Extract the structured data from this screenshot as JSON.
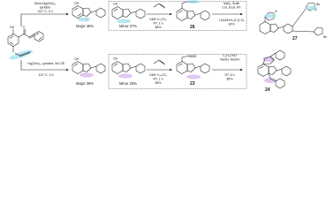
{
  "top_branch": {
    "condition_line1": "Mont-Hg(OAc)₂",
    "condition_line2": "pyridine",
    "condition_line3": "110 °C, 2 h",
    "major_label": "Major 46%",
    "minor_label": "Minor 37%",
    "step2_line1": "DMF, K₂CO₃",
    "step2_line2": "RT, 1 h",
    "step2_yield": "68%",
    "compound_number": "26",
    "step3_line1": "NaN₃, BnBr",
    "step3_line2": "CuI, Et₃N, RT",
    "step3_line3": "t-BuOH:H₂O (1:3)",
    "step3_yield": "34%",
    "product_number": "27",
    "atom_oh": "OH",
    "atom_o": "O",
    "atom_bn": "Bn",
    "atom_n": "N"
  },
  "bottom_branch": {
    "condition_line1": "Hg(OAc)₂, pyridine, MS 3Å",
    "condition_line2": "110 °C, 2 h",
    "major_label": "Major 39%",
    "minor_label": "Minor 25%",
    "step2_line1": "DMF, K₂CO₃",
    "step2_line2": "RT, 1 h",
    "step2_yield": "65%",
    "compound_number": "23",
    "step3_line1": "C₆H₅CHO",
    "step3_line2": "NaOH, MeOH",
    "step3_line3": "RT, 6 h",
    "step3_yield": "85%",
    "product_number": "24",
    "atom_oh": "OH",
    "atom_o": "O"
  },
  "start_material": {
    "atom_oh": "OH",
    "atom_o": "O"
  },
  "colors": {
    "highlight_blue": "#9ee0ee",
    "highlight_purple": "#c79be0",
    "ink": "#222222"
  }
}
